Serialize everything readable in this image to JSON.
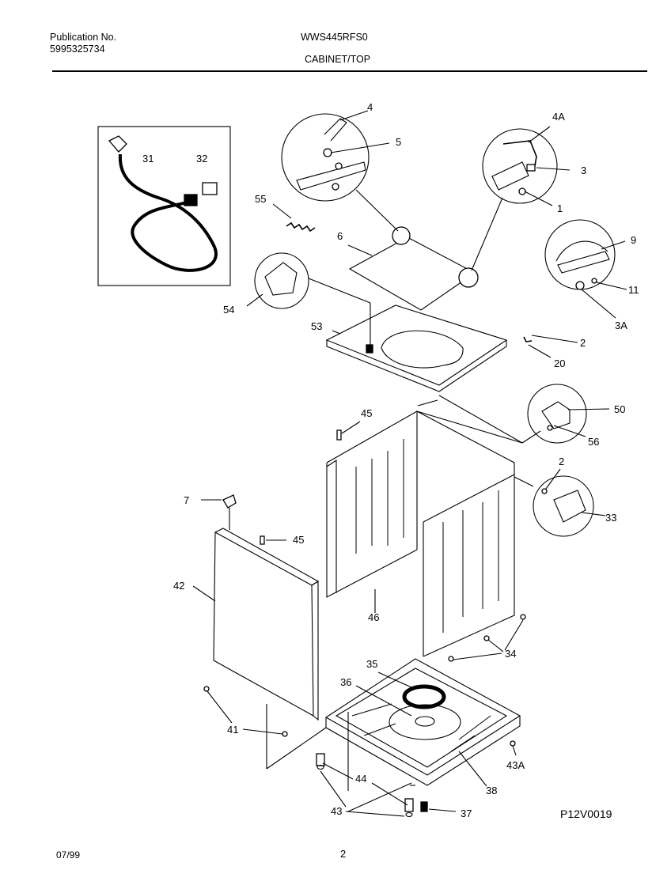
{
  "header": {
    "publication_label": "Publication No.",
    "publication_number": "5995325734",
    "model": "WWS445RFS0",
    "section": "CABINET/TOP"
  },
  "footer": {
    "date": "07/99",
    "page": "2",
    "drawing_id": "P12V0019"
  },
  "callouts": [
    "4",
    "5",
    "4A",
    "3",
    "1",
    "55",
    "6",
    "9",
    "11",
    "3A",
    "54",
    "53",
    "2",
    "20",
    "31",
    "32",
    "45",
    "50",
    "56",
    "7",
    "45",
    "42",
    "2",
    "33",
    "46",
    "34",
    "35",
    "36",
    "41",
    "43A",
    "44",
    "38",
    "43",
    "37"
  ]
}
